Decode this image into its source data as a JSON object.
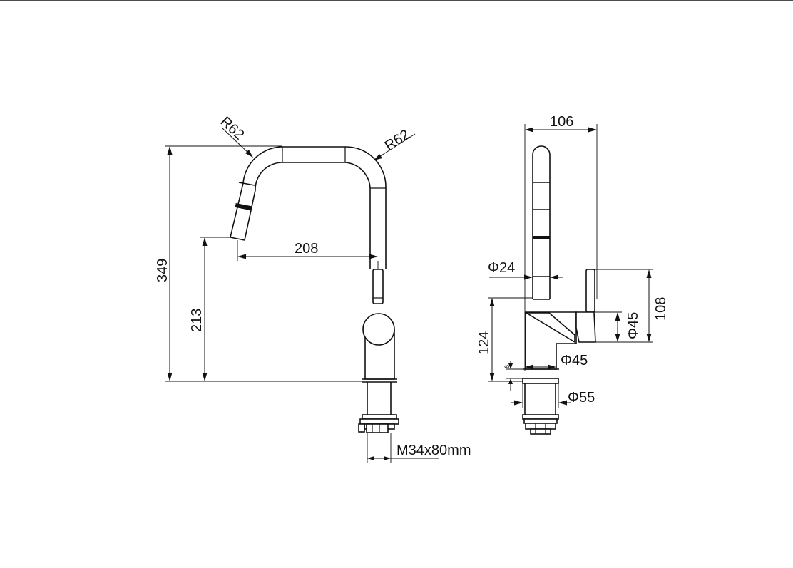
{
  "drawing": {
    "front_view": {
      "dimensions": {
        "radius_left": "R62",
        "radius_right": "R62",
        "spout_reach": "208",
        "total_height": "349",
        "spout_height": "213",
        "thread": "M34x80mm"
      }
    },
    "side_view": {
      "dimensions": {
        "spout_offset": "106",
        "spout_diameter": "Φ24",
        "body_height": "124",
        "lever_height": "108",
        "handle_diameter": "Φ45",
        "body_diameter": "Φ45",
        "base_diameter": "Φ55",
        "base_gap": "6"
      }
    }
  },
  "colors": {
    "line": "#111111",
    "background": "#ffffff"
  }
}
